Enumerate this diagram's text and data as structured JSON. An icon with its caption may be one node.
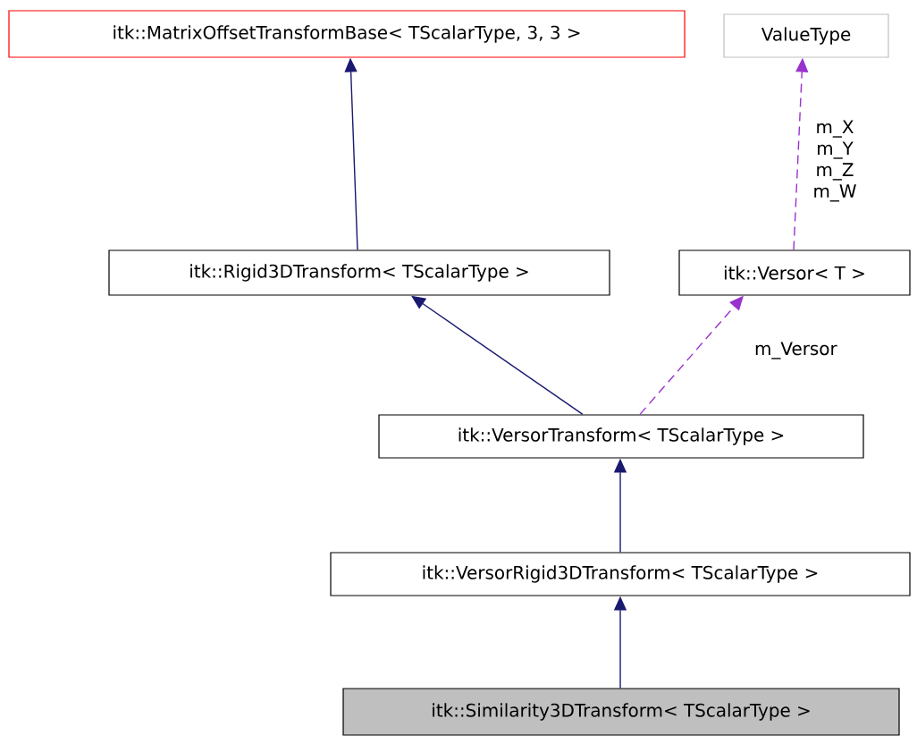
{
  "diagram": {
    "nodes": [
      {
        "text": [
          "itk::MatrixOffsetTransformBase< TScalarType, 3, 3 >"
        ]
      },
      {
        "text": [
          "ValueType"
        ]
      },
      {
        "text": [
          "itk::Rigid3DTransform< TScalarType >"
        ]
      },
      {
        "text": [
          "itk::Versor< T >"
        ]
      },
      {
        "text": [
          "itk::VersorTransform< TScalarType >"
        ]
      },
      {
        "text": [
          "itk::VersorRigid3DTransform< TScalarType >"
        ]
      },
      {
        "text": [
          "itk::Similarity3DTransform< TScalarType >"
        ]
      }
    ],
    "edges": [
      {
        "from": 2,
        "to": 0,
        "arrow": "to"
      },
      {
        "from": 3,
        "to": 1,
        "arrow": "to",
        "label": "m_X m_Y m_Z m_W",
        "style": "dashed",
        "color": "#9a32cd"
      },
      {
        "from": 4,
        "to": 2,
        "arrow": "to"
      },
      {
        "from": 4,
        "to": 3,
        "arrow": "to",
        "label": "m_Versor",
        "style": "dashed",
        "color": "#9a32cd"
      },
      {
        "from": 5,
        "to": 4,
        "arrow": "to"
      },
      {
        "from": 6,
        "to": 5,
        "arrow": "to"
      }
    ]
  }
}
